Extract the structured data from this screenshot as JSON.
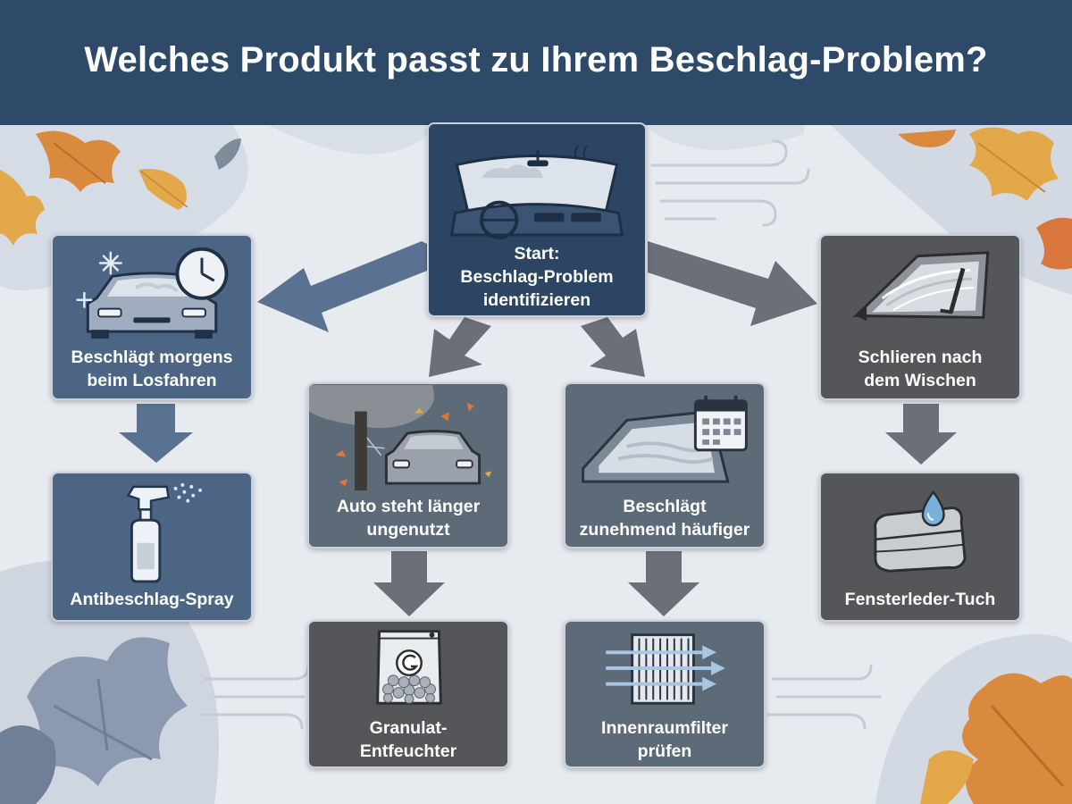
{
  "header": {
    "title": "Welches Produkt passt zu Ihrem Beschlag-Problem?"
  },
  "nodes": {
    "start": {
      "line1": "Start:",
      "line2": "Beschlag-Problem",
      "line3": "identifizieren"
    },
    "morning": {
      "line1": "Beschlägt morgens",
      "line2": "beim Losfahren"
    },
    "unused": {
      "line1": "Auto steht länger",
      "line2": "ungenutzt"
    },
    "frequent": {
      "line1": "Beschlägt",
      "line2": "zunehmend häufiger"
    },
    "streaks": {
      "line1": "Schlieren nach",
      "line2": "dem Wischen"
    },
    "spray": {
      "line1": "Antibeschlag-Spray"
    },
    "granulat": {
      "line1": "Granulat-",
      "line2": "Entfeuchter"
    },
    "filter": {
      "line1": "Innenraumfilter",
      "line2": "prüfen"
    },
    "cloth": {
      "line1": "Fensterleder-Tuch"
    }
  },
  "colors": {
    "header": "#2f4a68",
    "background": "#e6e9ee",
    "start_box": "#2c4563",
    "blue_box": "#4c6585",
    "slate_box": "#5d6a78",
    "dark_box": "#545659",
    "blue_arrow": "#5a7291",
    "gray_arrow": "#6b7078",
    "leaf_orange": "#d98a3d",
    "leaf_gold": "#e3a84a"
  },
  "icons": [
    "windshield-dashboard-icon",
    "frosty-car-clock-icon",
    "car-under-tree-icon",
    "car-window-calendar-icon",
    "window-wiper-icon",
    "spray-bottle-icon",
    "granulate-bag-icon",
    "cabin-filter-icon",
    "folded-cloth-drop-icon",
    "autumn-leaf-icon",
    "wind-lines-icon"
  ]
}
